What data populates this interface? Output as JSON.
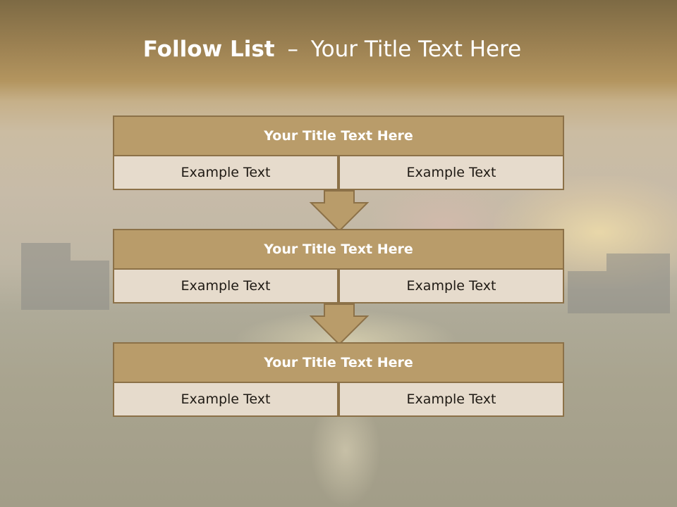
{
  "title": {
    "bold": "Follow List",
    "separator": "–",
    "text": "Your Title Text Here"
  },
  "steps": [
    {
      "title": "Your Title Text Here",
      "left": "Example Text",
      "right": "Example Text"
    },
    {
      "title": "Your Title Text Here",
      "left": "Example Text",
      "right": "Example Text"
    },
    {
      "title": "Your Title Text Here",
      "left": "Example Text",
      "right": "Example Text"
    }
  ],
  "colors": {
    "header_fill": "#b99c6a",
    "border": "#8c7148",
    "cell_fill": "#e6dbcc",
    "arrow_fill": "#b99c6a"
  },
  "icons": [
    "down-arrow-icon"
  ]
}
